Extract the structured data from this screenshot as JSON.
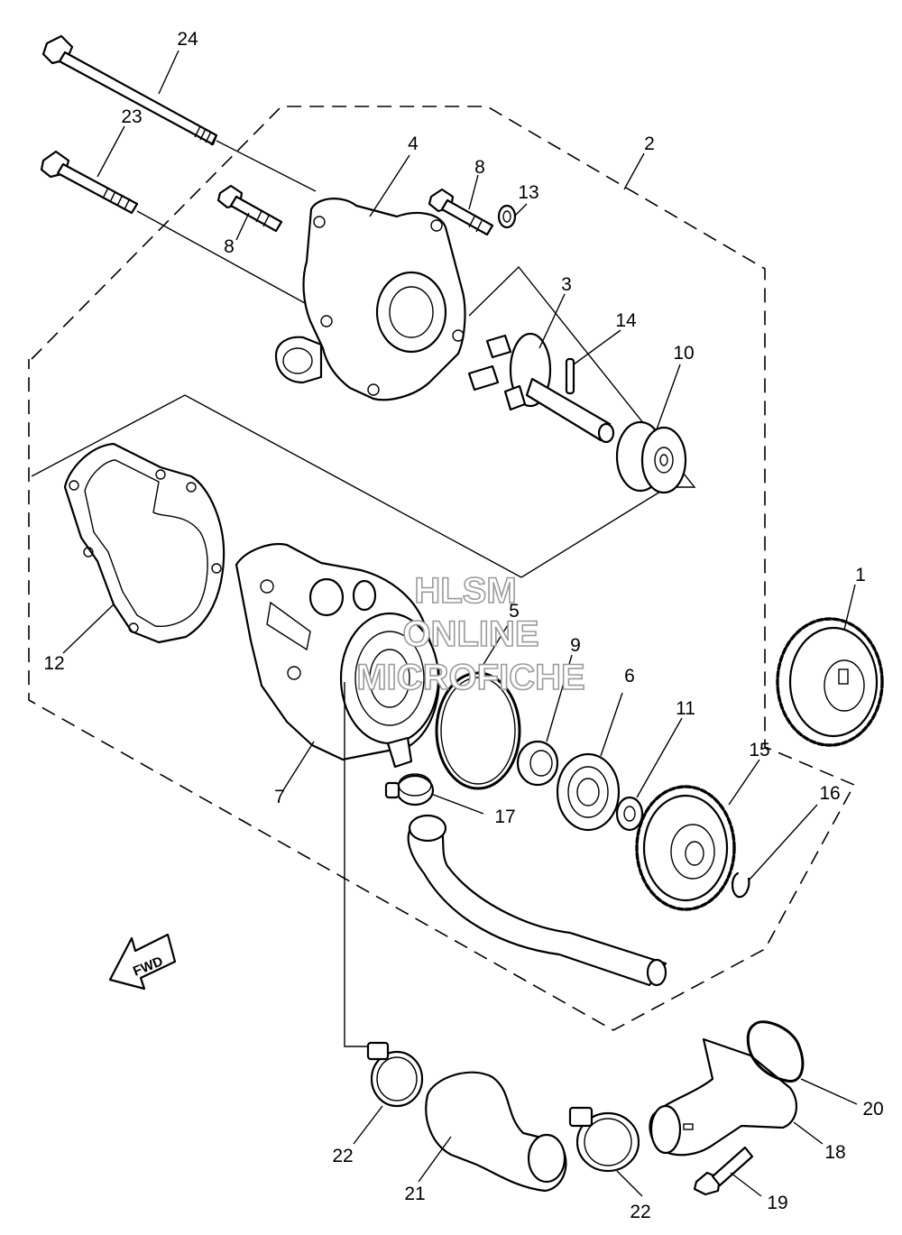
{
  "callouts": {
    "c1": "1",
    "c2": "2",
    "c3": "3",
    "c4": "4",
    "c5": "5",
    "c6": "6",
    "c7": "7",
    "c8a": "8",
    "c8b": "8",
    "c9": "9",
    "c10": "10",
    "c11": "11",
    "c12": "12",
    "c13": "13",
    "c14": "14",
    "c15": "15",
    "c16": "16",
    "c17": "17",
    "c18": "18",
    "c19": "19",
    "c20": "20",
    "c21": "21",
    "c22a": "22",
    "c22b": "22",
    "c23": "23",
    "c24": "24"
  },
  "watermark": {
    "line1": "HLSM",
    "line2": "ONLINE",
    "line3": "MICROFICHE"
  },
  "direction_arrow": {
    "label": "FWD",
    "icon": "fwd-arrow-icon"
  },
  "colors": {
    "ink": "#000000",
    "paper": "#ffffff",
    "watermark": "#9a9a9a"
  }
}
